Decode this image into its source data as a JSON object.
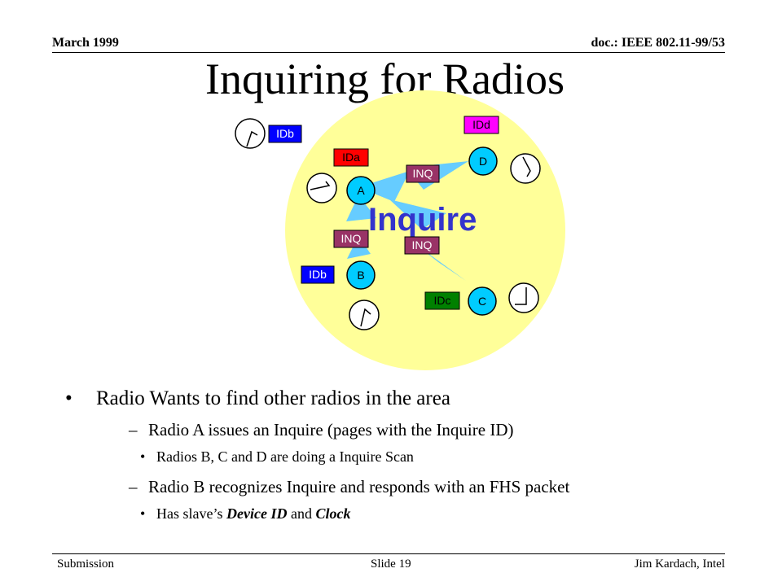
{
  "header": {
    "date": "March 1999",
    "doc": "doc.: IEEE 802.11-99/53"
  },
  "title": "Inquiring for Radios",
  "diagram": {
    "center_label": "Inquire",
    "radios": {
      "a": "A",
      "b": "B",
      "c": "C",
      "d": "D"
    },
    "id_tags": {
      "ida": "IDa",
      "idb_top": "IDb",
      "idb": "IDb",
      "idc": "IDc",
      "idd": "IDd"
    },
    "inq_tags": [
      "INQ",
      "INQ",
      "INQ"
    ],
    "colors": {
      "bubble": "#ffff99",
      "arrow": "#66ccff",
      "inq": "#993366",
      "ida": "#ff0000",
      "idb": "#0000ff",
      "idc": "#008000",
      "idd": "#ff00ff",
      "radio": "#00ccff",
      "inquire_text": "#3333cc"
    }
  },
  "bullets": {
    "main": "Radio Wants to find other radios in the area",
    "sub1": "Radio A issues an Inquire (pages with the Inquire ID)",
    "sub1_detail": "Radios B, C and D are doing a Inquire Scan",
    "sub2": "Radio B recognizes Inquire and responds with an FHS packet",
    "sub2_detail_prefix": "Has slave’s ",
    "sub2_detail_em1": "Device ID",
    "sub2_detail_mid": " and ",
    "sub2_detail_em2": "Clock"
  },
  "footer": {
    "left": "Submission",
    "center": "Slide 19",
    "right": "Jim Kardach, Intel"
  }
}
